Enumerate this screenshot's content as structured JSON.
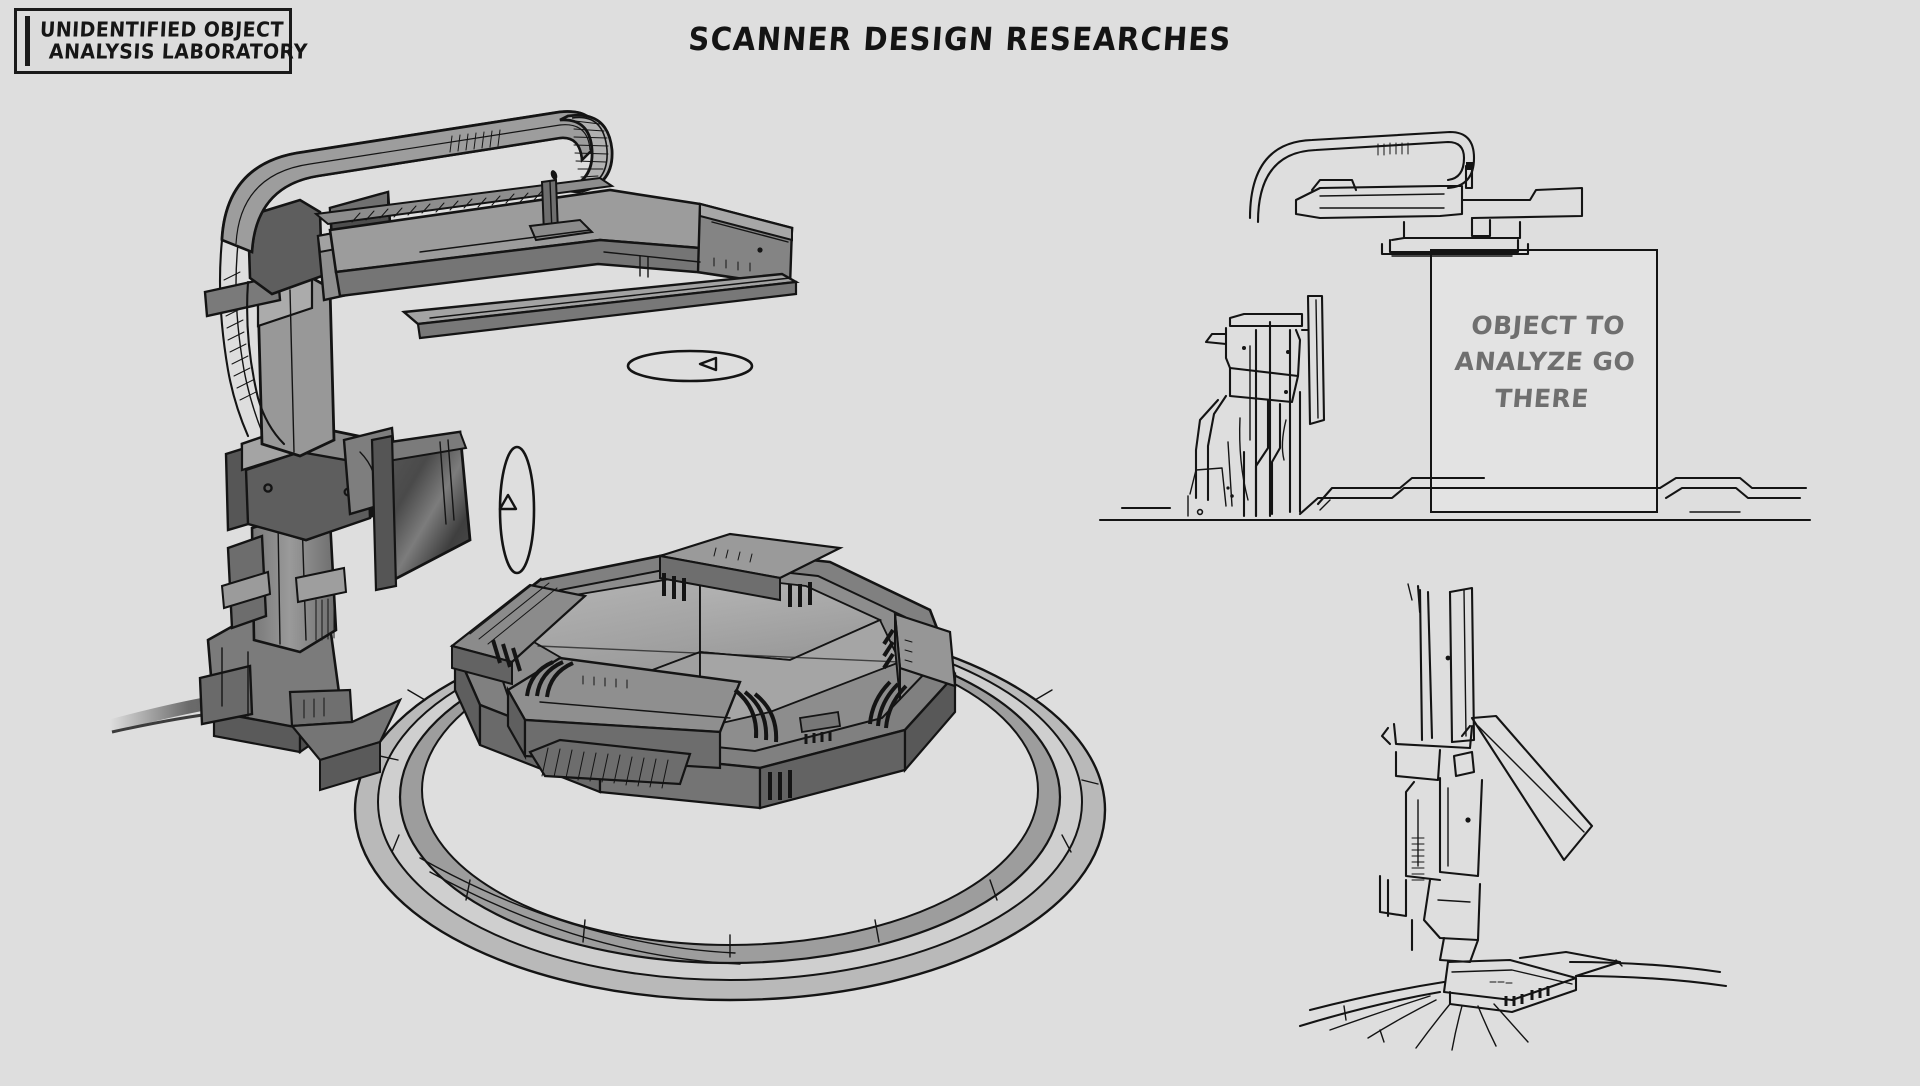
{
  "page": {
    "background_color": "#dedede",
    "ink_color": "#141414",
    "annotation_color": "#6f6f6f"
  },
  "header": {
    "title": "SCANNER DESIGN RESEARCHES",
    "label_box": {
      "line1": "UNIDENTIFIED OBJECT",
      "line2": "ANALYSIS LABORATORY"
    }
  },
  "annotations": {
    "placeholder_note": {
      "line1": "OBJECT TO",
      "line2": "ANALYZE GO",
      "line3": "THERE"
    }
  },
  "views": [
    {
      "id": "main-perspective",
      "name": "Main shaded 3/4 perspective view",
      "style": "shaded",
      "parts": [
        "gantry-arm",
        "overhead-beam",
        "rotary-drum-motor",
        "vertical-column",
        "scanner-wing-panel",
        "articulated-joint",
        "base-pedestal",
        "power-cable",
        "octagonal-platform",
        "circular-track-rails",
        "cable-manifolds"
      ]
    },
    {
      "id": "side-elevation",
      "name": "Side elevation line drawing",
      "style": "line-art",
      "parts": [
        "gantry-arm",
        "overhead-beam",
        "scanner-head",
        "vertical-column",
        "base-pedestal",
        "floor-plate",
        "object-placeholder-box",
        "ground-line"
      ]
    },
    {
      "id": "front-elevation",
      "name": "Front elevation line drawing",
      "style": "line-art",
      "parts": [
        "tower-mast",
        "scanner-wing-panel",
        "articulated-joint",
        "base-pedestal",
        "floor-plate"
      ]
    }
  ],
  "motion_indicators": [
    {
      "id": "yaw-rotation",
      "name": "horizontal rotation ellipse with arrow",
      "axis": "horizontal"
    },
    {
      "id": "pitch-rotation",
      "name": "vertical rotation ellipse with arrow",
      "axis": "vertical"
    }
  ],
  "palette": {
    "bg": "#dedede",
    "light_panel": "#b4b4b4",
    "mid_panel": "#8e8e8e",
    "dark_panel": "#6a6a6a",
    "darkest": "#3d3d3d",
    "glass": "#a9a9a9",
    "ink": "#141414"
  }
}
